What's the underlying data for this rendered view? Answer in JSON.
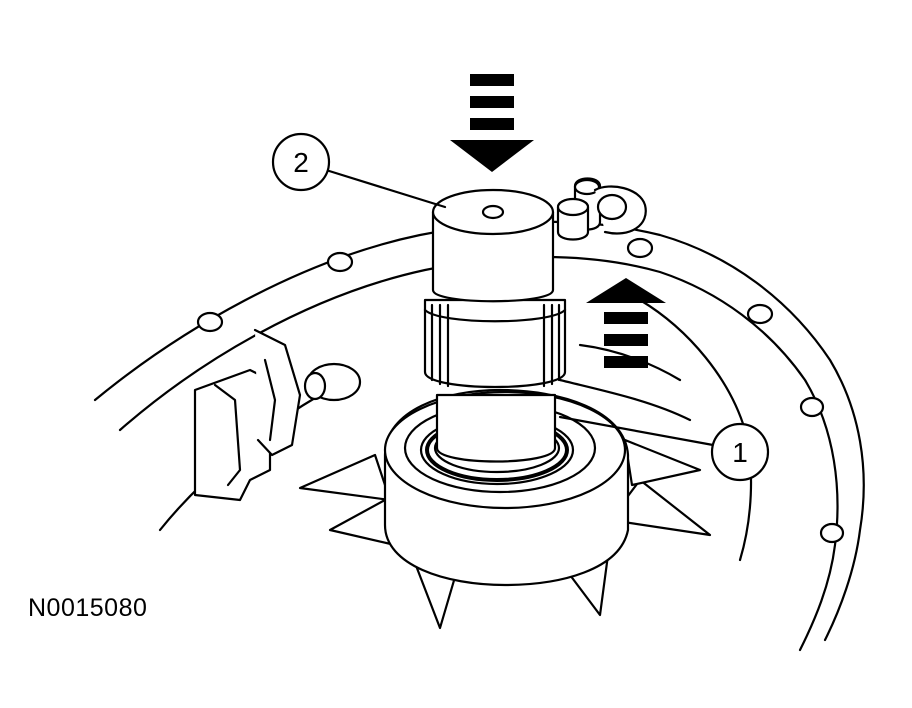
{
  "figure": {
    "id_label": "N0015080",
    "callouts": [
      {
        "number": "1",
        "part": "seal"
      },
      {
        "number": "2",
        "part": "installer-tool"
      }
    ],
    "arrows": [
      "down-arrow",
      "up-arrow"
    ]
  }
}
